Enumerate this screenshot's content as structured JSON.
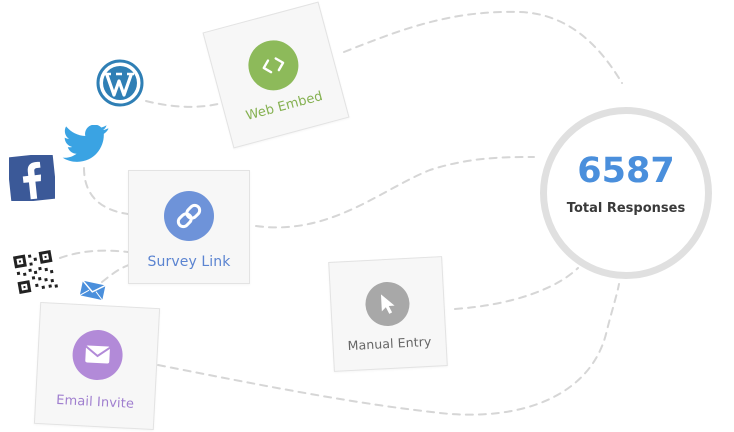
{
  "nodes": [
    {
      "id": "web_embed",
      "label": "Web Embed",
      "icon": "code-icon",
      "color": "#8dba5a"
    },
    {
      "id": "survey_link",
      "label": "Survey Link",
      "icon": "link-icon",
      "color": "#6e93d9"
    },
    {
      "id": "email_invite",
      "label": "Email Invite",
      "icon": "envelope-icon",
      "color": "#b28ad8"
    },
    {
      "id": "manual_entry",
      "label": "Manual Entry",
      "icon": "cursor-icon",
      "color": "#a8a8a8"
    }
  ],
  "channel_icons": [
    "wordpress-icon",
    "twitter-icon",
    "facebook-icon",
    "qr-code-icon",
    "envelope-icon"
  ],
  "total": {
    "value": "6587",
    "label": "Total Responses",
    "color": "#4a8fdc"
  }
}
